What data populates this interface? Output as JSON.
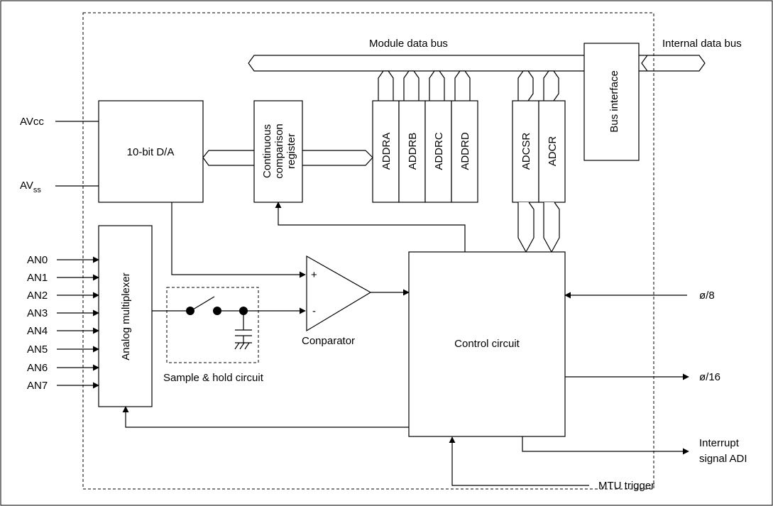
{
  "labels": {
    "module_data_bus": "Module data bus",
    "internal_data_bus": "Internal data bus",
    "bus_interface": "Bus interface",
    "dac": "10-bit D/A",
    "ccr_line1": "Continuous",
    "ccr_line2": "comparison",
    "ccr_line3": "register",
    "analog_mux": "Analog multiplexer",
    "comparator": "Conparator",
    "sample_hold": "Sample & hold circuit",
    "control_circuit": "Control circuit",
    "plus": "+",
    "minus": "-",
    "interrupt_line1": "Interrupt",
    "interrupt_line2": "signal ADI",
    "mtu_trigger": "MTU trigger",
    "phi8": "ø/8",
    "phi16": "ø/16",
    "avcc": "AVcc",
    "avss_main": "AV",
    "avss_sub": "ss"
  },
  "registers": [
    "ADDRA",
    "ADDRB",
    "ADDRC",
    "ADDRD"
  ],
  "control_registers": [
    "ADCSR",
    "ADCR"
  ],
  "analog_inputs": [
    "AN0",
    "AN1",
    "AN2",
    "AN3",
    "AN4",
    "AN5",
    "AN6",
    "AN7"
  ]
}
